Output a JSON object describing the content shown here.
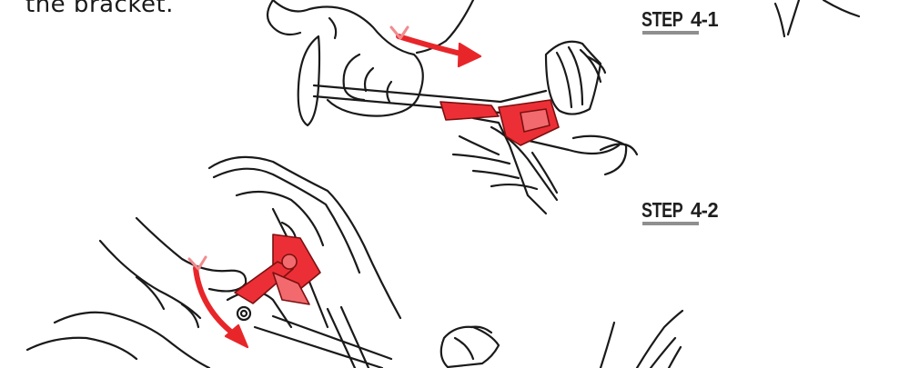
{
  "caption": "the bracket.",
  "steps": [
    {
      "word": "STEP",
      "number": "4-1"
    },
    {
      "word": "STEP",
      "number": "4-2"
    }
  ],
  "colors": {
    "accent": "#e8262a",
    "accent_fill": "#ec2f36",
    "ink": "#1a1a1a",
    "step_shadow": "#8f8f8f"
  },
  "icons": [
    "hand-gripping-tool-illustration",
    "hand-pressing-bracket-illustration",
    "curved-arrow-icon"
  ]
}
